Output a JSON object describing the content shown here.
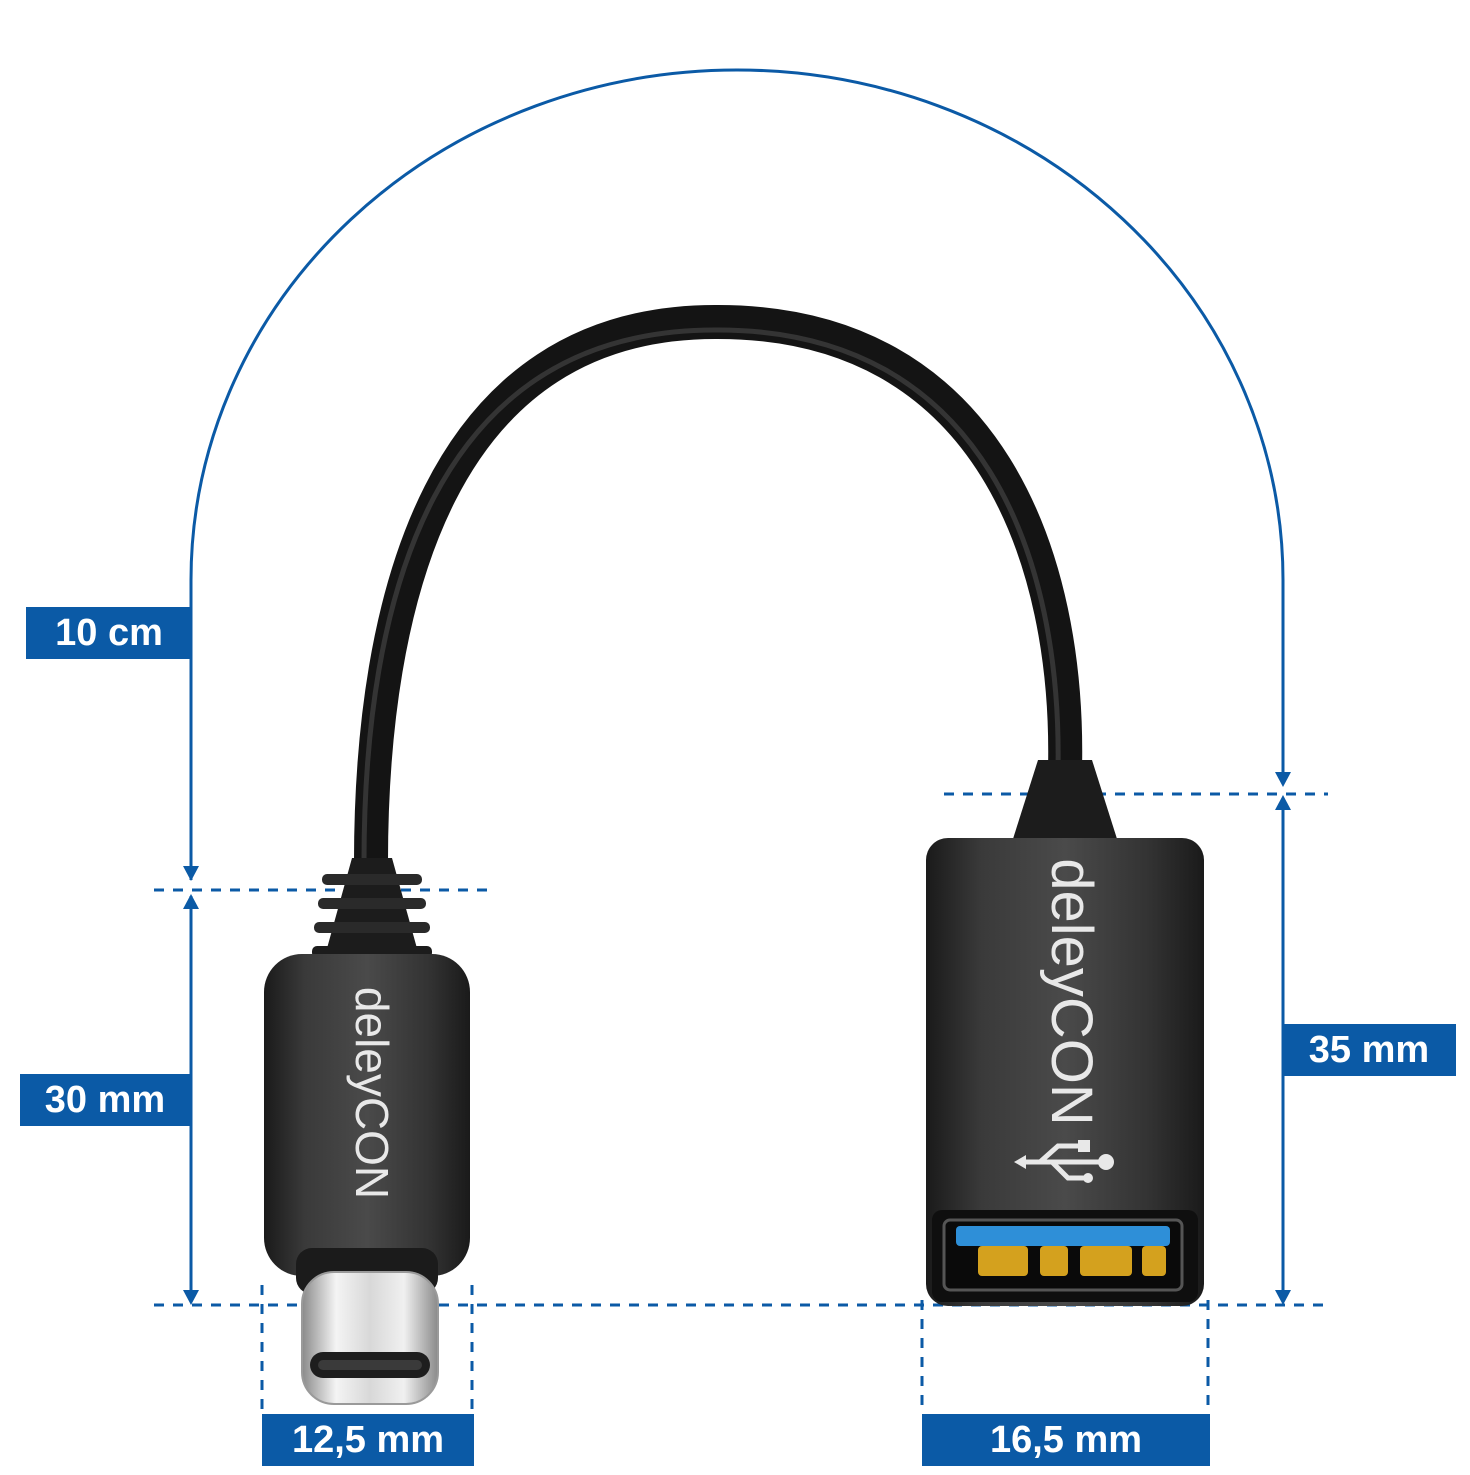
{
  "dimensions": {
    "cable_length": "10 cm",
    "usb_c_length": "30 mm",
    "usb_a_length": "35 mm",
    "usb_c_width": "12,5 mm",
    "usb_a_width": "16,5 mm"
  },
  "brand": {
    "usb_c_housing": "deleyCON",
    "usb_a_housing": "deleyCON"
  },
  "icons": [
    "usb-symbol-icon"
  ],
  "colors": {
    "accent": "#0b5aa6",
    "cable": "#1e1e1e",
    "housing": "#2b2b2b",
    "port_insert": "#2e8fd8",
    "contacts": "#d4a11e"
  }
}
